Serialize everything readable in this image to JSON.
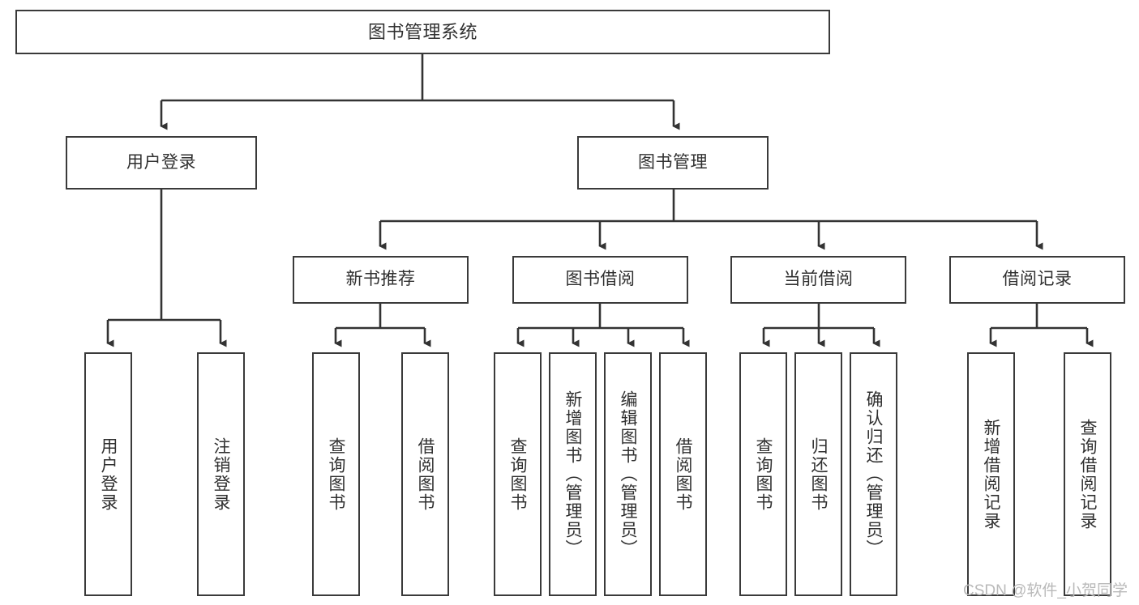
{
  "diagram": {
    "title": "图书管理系统",
    "watermark": "CSDN @软件_小贺同学",
    "levels": {
      "root": {
        "label": "图书管理系统"
      },
      "level2": [
        {
          "label": "用户登录"
        },
        {
          "label": "图书管理"
        }
      ],
      "level3": [
        {
          "label": "新书推荐"
        },
        {
          "label": "图书借阅"
        },
        {
          "label": "当前借阅"
        },
        {
          "label": "借阅记录"
        }
      ],
      "leaves": {
        "user_login": [
          {
            "label": "用户登录"
          },
          {
            "label": "注销登录"
          }
        ],
        "new_book_recommend": [
          {
            "label": "查询图书"
          },
          {
            "label": "借阅图书"
          }
        ],
        "book_borrow": [
          {
            "label": "查询图书"
          },
          {
            "label": "新增图书（管理员）"
          },
          {
            "label": "编辑图书（管理员）"
          },
          {
            "label": "借阅图书"
          }
        ],
        "current_borrow": [
          {
            "label": "查询图书"
          },
          {
            "label": "归还图书"
          },
          {
            "label": "确认归还（管理员）"
          }
        ],
        "borrow_record": [
          {
            "label": "新增借阅记录"
          },
          {
            "label": "查询借阅记录"
          }
        ]
      }
    },
    "colors": {
      "box_border": "#3a3a3a",
      "box_fill": "#ffffff",
      "connector": "#333333",
      "text": "#303030",
      "watermark": "#b9b9b9"
    }
  }
}
